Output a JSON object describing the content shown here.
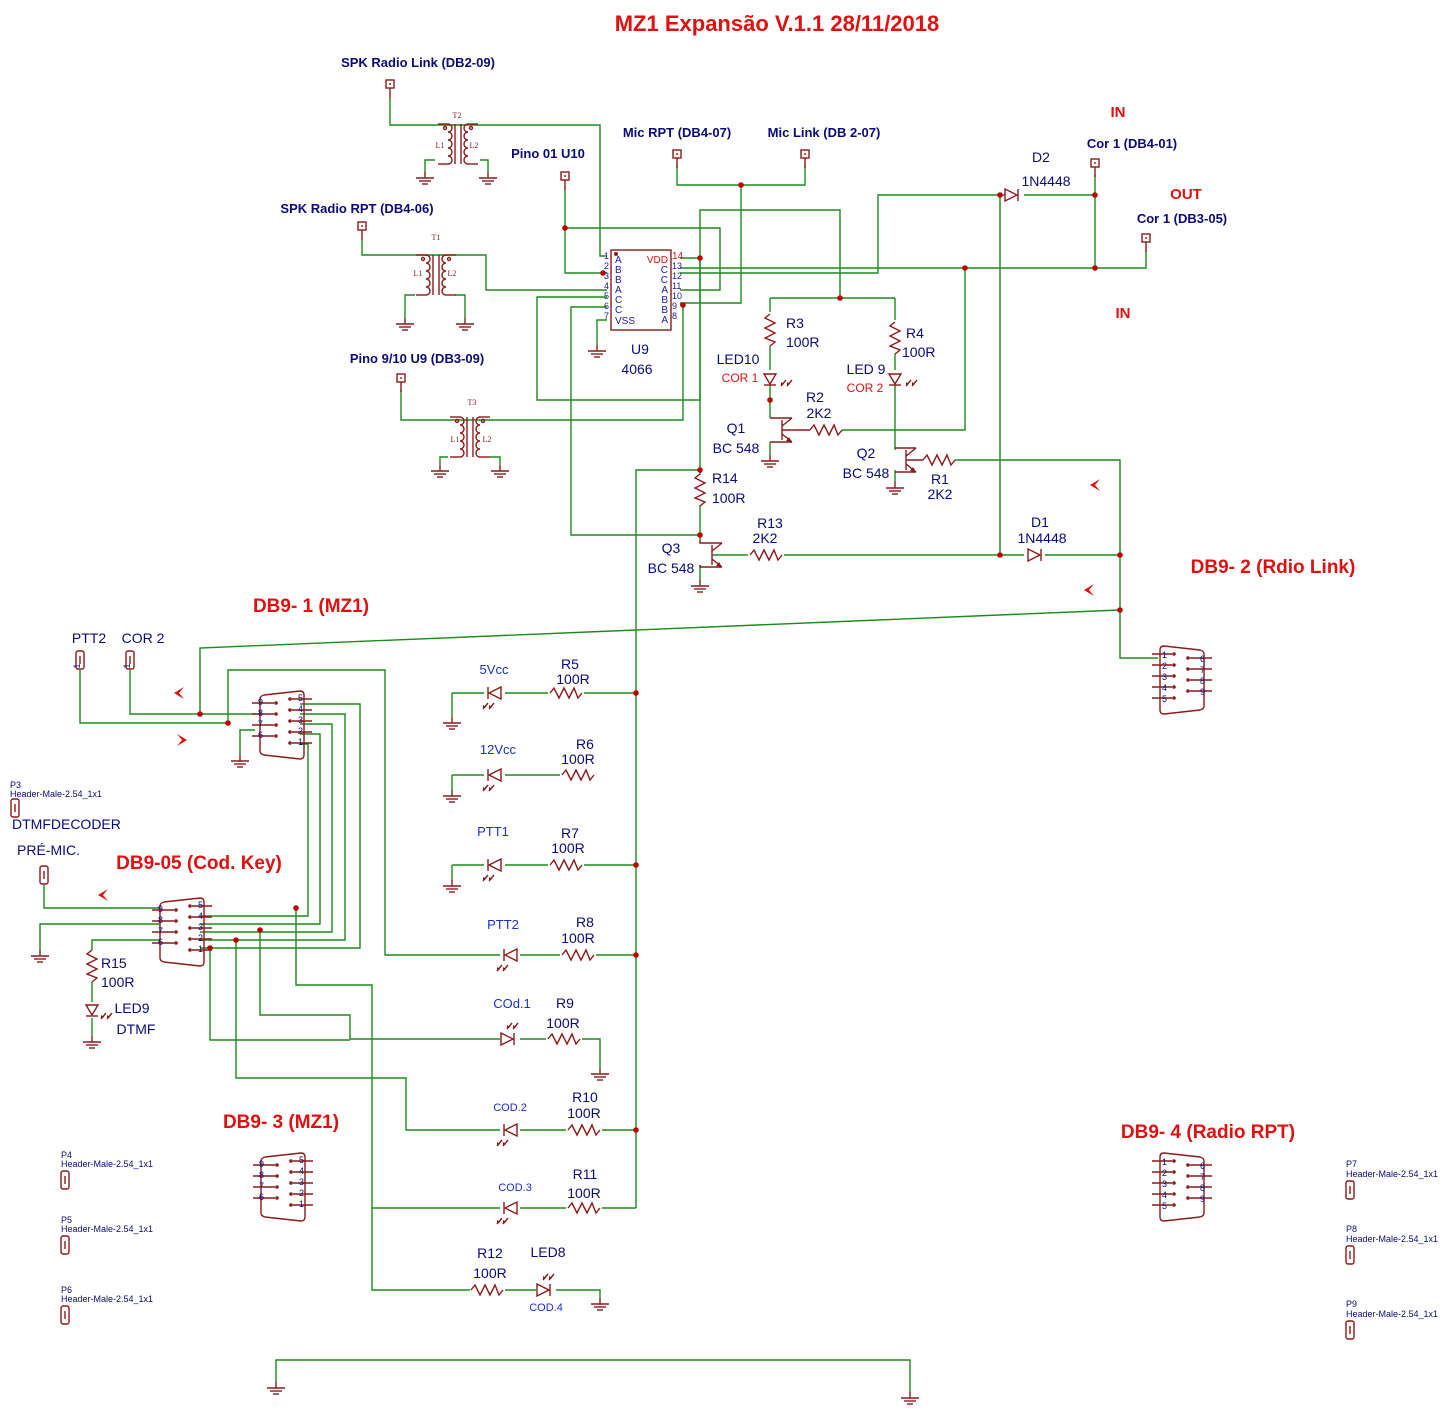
{
  "title": "MZ1 Expansão V.1.1 28/11/2018",
  "section_headers": {
    "db9_1": "DB9- 1 (MZ1)",
    "db9_2": "DB9- 2 (Rdio Link)",
    "db9_3": "DB9- 3 (MZ1)",
    "db9_4": "DB9- 4 (Radio RPT)",
    "db9_05": "DB9-05 (Cod. Key)"
  },
  "direction_labels": {
    "in_top": "IN",
    "out": "OUT",
    "in_mid": "IN"
  },
  "net_labels": {
    "spk_radio_link": "SPK Radio Link (DB2-09)",
    "spk_radio_rpt": "SPK Radio RPT (DB4-06)",
    "pino_01_u10": "Pino 01 U10",
    "mic_rpt": "Mic RPT (DB4-07)",
    "mic_link": "Mic Link (DB 2-07)",
    "cor1_in": "Cor 1 (DB4-01)",
    "cor1_out": "Cor 1 (DB3-05)",
    "pino_9_10": "Pino 9/10 U9 (DB3-09)"
  },
  "transformers": {
    "t1": "T1",
    "t2": "T2",
    "t3": "T3",
    "l1": "L1",
    "l2": "L2"
  },
  "ic": {
    "ref": "U9",
    "value": "4066",
    "left_pins": [
      "1",
      "2",
      "3",
      "4",
      "5",
      "6",
      "7"
    ],
    "left_names": [
      "A",
      "B",
      "B",
      "A",
      "C",
      "C",
      "VSS"
    ],
    "right_pins": [
      "14",
      "13",
      "12",
      "11",
      "10",
      "9",
      "8"
    ],
    "right_names": [
      "VDD",
      "C",
      "C",
      "A",
      "B",
      "B",
      "A"
    ]
  },
  "components": {
    "d2_ref": "D2",
    "d2_val": "1N4448",
    "d1_ref": "D1",
    "d1_val": "1N4448",
    "r3_ref": "R3",
    "r3_val": "100R",
    "r4_ref": "R4",
    "r4_val": "100R",
    "led10_ref": "LED10",
    "led10_lbl": "COR 1",
    "led9b_ref": "LED 9",
    "led9b_lbl": "COR 2",
    "r2_ref": "R2",
    "r2_val": "2K2",
    "q1_ref": "Q1",
    "q1_val": "BC 548",
    "q2_ref": "Q2",
    "q2_val": "BC 548",
    "r1_ref": "R1",
    "r1_val": "2K2",
    "r14_ref": "R14",
    "r14_val": "100R",
    "r13_ref": "R13",
    "r13_val": "2K2",
    "q3_ref": "Q3",
    "q3_val": "BC 548",
    "r5_ref": "R5",
    "r5_val": "100R",
    "led_5v": "5Vcc",
    "r6_ref": "R6",
    "r6_val": "100R",
    "led_12v": "12Vcc",
    "r7_ref": "R7",
    "r7_val": "100R",
    "led_ptt1": "PTT1",
    "r8_ref": "R8",
    "r8_val": "100R",
    "led_ptt2": "PTT2",
    "r9_ref": "R9",
    "r9_val": "100R",
    "led_cod1": "COd.1",
    "r10_ref": "R10",
    "r10_val": "100R",
    "led_cod2": "COD.2",
    "r11_ref": "R11",
    "r11_val": "100R",
    "led_cod3": "COD.3",
    "r12_ref": "R12",
    "r12_val": "100R",
    "led8_ref": "LED8",
    "led_cod4": "COD.4",
    "r15_ref": "R15",
    "r15_val": "100R",
    "led9_ref": "LED9",
    "led9_lbl": "DTMF",
    "ptt2_conn": "PTT2",
    "cor2_conn": "COR 2",
    "p3_ref": "P3",
    "p3_val": "Header-Male-2.54_1x1",
    "dtmfdecoder": "DTMFDECODER",
    "pre_mic": "PRÉ-MIC.",
    "p4_ref": "P4",
    "p4_val": "Header-Male-2.54_1x1",
    "p5_ref": "P5",
    "p5_val": "Header-Male-2.54_1x1",
    "p6_ref": "P6",
    "p6_val": "Header-Male-2.54_1x1",
    "p7_ref": "P7",
    "p7_val": "Header-Male-2.54_1x1",
    "p8_ref": "P8",
    "p8_val": "Header-Male-2.54_1x1",
    "p9_ref": "P9",
    "p9_val": "Header-Male-2.54_1x1",
    "pin1": "1"
  },
  "db9_pins": {
    "left": [
      "9",
      "8",
      "7",
      "6"
    ],
    "right": [
      "5",
      "4",
      "3",
      "2",
      "1"
    ]
  },
  "db9_pins_mirror": {
    "left": [
      "1",
      "2",
      "3",
      "4",
      "5"
    ],
    "right": [
      "6",
      "7",
      "8",
      "9"
    ]
  },
  "colors": {
    "wire": "#1d8a1d",
    "component": "#8b1a1a",
    "title": "#e01010",
    "text": "#0a0a78"
  }
}
